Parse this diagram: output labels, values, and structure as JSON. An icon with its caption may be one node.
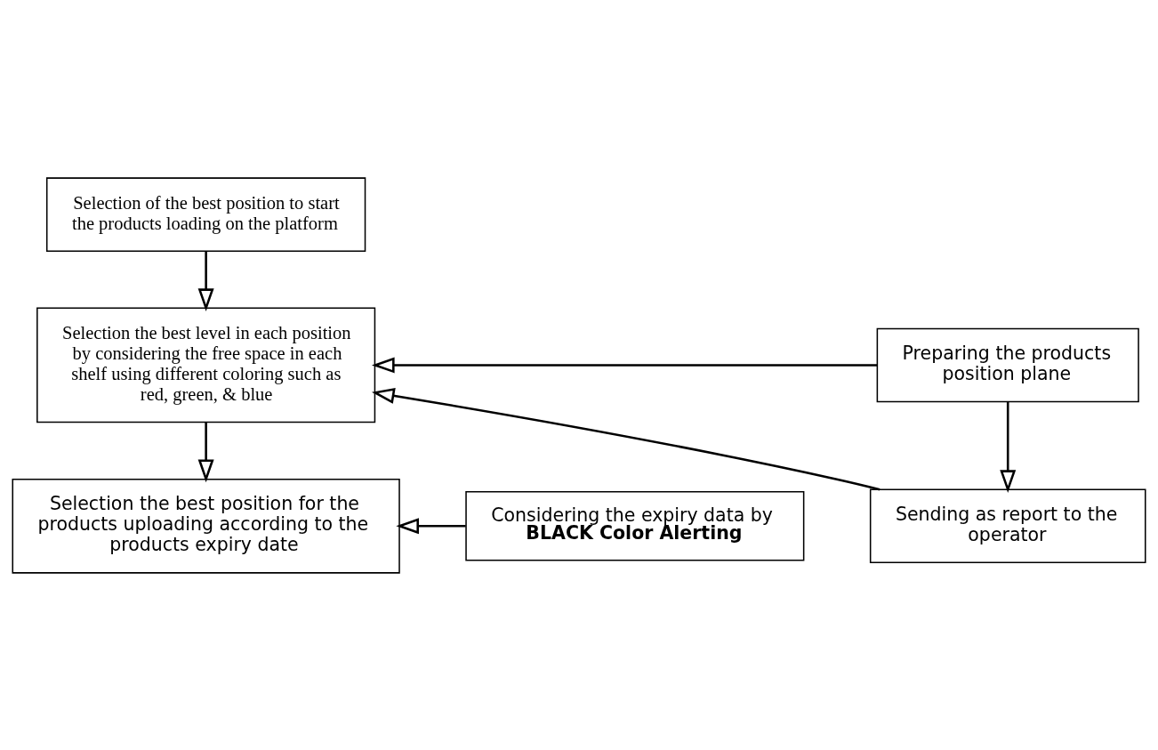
{
  "diagram": {
    "nodes": [
      {
        "text": [
          "Selection of the best position to start the products loading on the platform"
        ]
      },
      {
        "text": [
          "Selection the best level in each position by considering the free space in each shelf using different coloring such as red, green, & blue"
        ]
      },
      {
        "text": [
          "Selection the best position for the products uploading according to the products expiry date"
        ]
      },
      {
        "text": [
          "Preparing the products position plane"
        ]
      },
      {
        "text": [
          "Sending as report to the operator"
        ]
      },
      {
        "text": [
          "Considering the expiry data by **BLACK Color Alerting**"
        ]
      }
    ],
    "edges": [
      {
        "from": 0,
        "to": 1,
        "arrow": "to"
      },
      {
        "from": 1,
        "to": 2,
        "arrow": "to"
      },
      {
        "from": 3,
        "to": 4,
        "arrow": "to"
      },
      {
        "from": 3,
        "to": 1,
        "arrow": "to"
      },
      {
        "from": 4,
        "to": 1,
        "arrow": "to"
      },
      {
        "from": 5,
        "to": 2,
        "arrow": "to"
      }
    ]
  }
}
